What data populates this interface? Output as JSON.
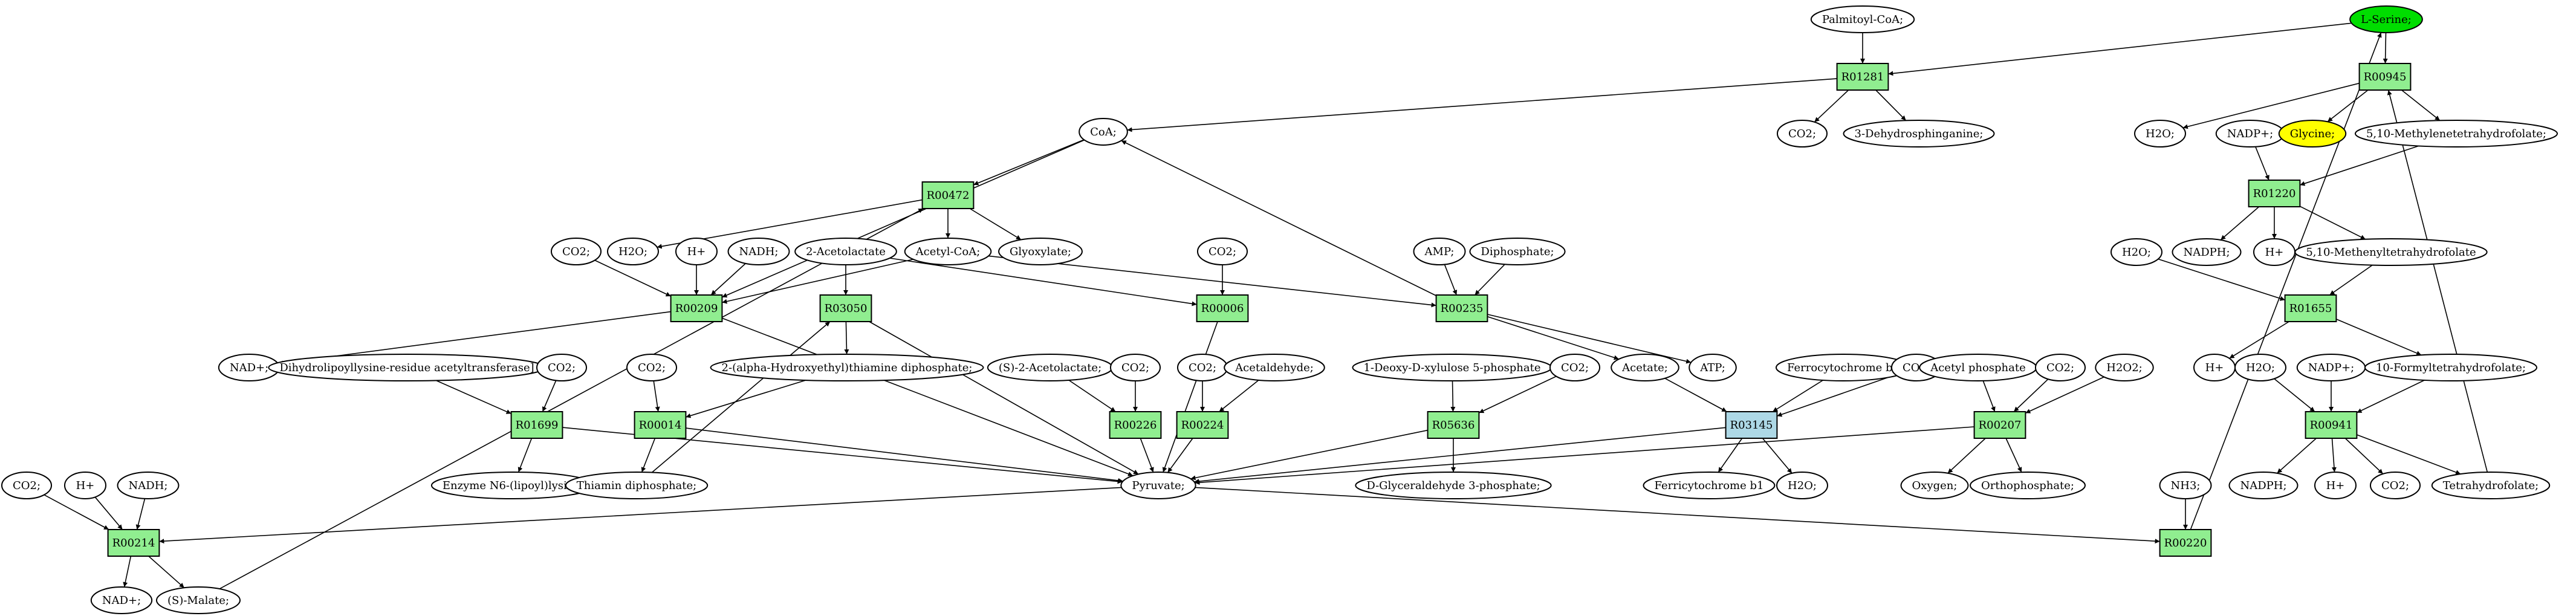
{
  "colors": {
    "reaction": "#90ee90",
    "reaction_highlight": "#add8e6",
    "compound": "#ffffff",
    "serine": "#00dd00",
    "glycine": "#ffff00",
    "edge": "#000000"
  },
  "nodes": [
    {
      "id": "palmitoyl_coa",
      "label": "Palmitoyl-CoA;",
      "kind": "compound"
    },
    {
      "id": "l_serine",
      "label": "L-Serine;",
      "kind": "compound",
      "color": "serine"
    },
    {
      "id": "r01281",
      "label": "R01281",
      "kind": "reaction"
    },
    {
      "id": "r00945",
      "label": "R00945",
      "kind": "reaction"
    },
    {
      "id": "coa",
      "label": "CoA;",
      "kind": "compound"
    },
    {
      "id": "co2_a",
      "label": "CO2;",
      "kind": "compound"
    },
    {
      "id": "dehydrosphinganine",
      "label": "3-Dehydrosphinganine;",
      "kind": "compound"
    },
    {
      "id": "h2o_a",
      "label": "H2O;",
      "kind": "compound"
    },
    {
      "id": "nadp_a",
      "label": "NADP+;",
      "kind": "compound"
    },
    {
      "id": "glycine",
      "label": "Glycine;",
      "kind": "compound",
      "color": "glycine"
    },
    {
      "id": "methylene_thf",
      "label": "5,10-Methylenetetrahydrofolate;",
      "kind": "compound"
    },
    {
      "id": "r00472",
      "label": "R00472",
      "kind": "reaction"
    },
    {
      "id": "r01220",
      "label": "R01220",
      "kind": "reaction"
    },
    {
      "id": "co2_b",
      "label": "CO2;",
      "kind": "compound"
    },
    {
      "id": "h2o_b",
      "label": "H2O;",
      "kind": "compound"
    },
    {
      "id": "hplus_a",
      "label": "H+",
      "kind": "compound"
    },
    {
      "id": "nadh_a",
      "label": "NADH;",
      "kind": "compound"
    },
    {
      "id": "acetolactate",
      "label": "2-Acetolactate",
      "kind": "compound"
    },
    {
      "id": "acetyl_coa",
      "label": "Acetyl-CoA;",
      "kind": "compound"
    },
    {
      "id": "glyoxylate",
      "label": "Glyoxylate;",
      "kind": "compound"
    },
    {
      "id": "co2_c",
      "label": "CO2;",
      "kind": "compound"
    },
    {
      "id": "amp",
      "label": "AMP;",
      "kind": "compound"
    },
    {
      "id": "diphosphate",
      "label": "Diphosphate;",
      "kind": "compound"
    },
    {
      "id": "nadph_a",
      "label": "NADPH;",
      "kind": "compound"
    },
    {
      "id": "hplus_b",
      "label": "H+",
      "kind": "compound"
    },
    {
      "id": "methenyl_thf",
      "label": "5,10-Methenyltetrahydrofolate",
      "kind": "compound"
    },
    {
      "id": "h2o_c",
      "label": "H2O;",
      "kind": "compound"
    },
    {
      "id": "r00209",
      "label": "R00209",
      "kind": "reaction"
    },
    {
      "id": "r03050",
      "label": "R03050",
      "kind": "reaction"
    },
    {
      "id": "r00006",
      "label": "R00006",
      "kind": "reaction"
    },
    {
      "id": "r00235",
      "label": "R00235",
      "kind": "reaction"
    },
    {
      "id": "r01655",
      "label": "R01655",
      "kind": "reaction"
    },
    {
      "id": "nadplus_a",
      "label": "NAD+;",
      "kind": "compound"
    },
    {
      "id": "dihydrolipoyllysine",
      "label": "Dihydrolipoyllysine-residue acetyltransferase]",
      "kind": "compound"
    },
    {
      "id": "co2_d",
      "label": "CO2;",
      "kind": "compound"
    },
    {
      "id": "hydroxyethyl_thpp",
      "label": "2-(alpha-Hydroxyethyl)thiamine diphosphate;",
      "kind": "compound"
    },
    {
      "id": "co2_e",
      "label": "CO2;",
      "kind": "compound"
    },
    {
      "id": "s2_acetolactate",
      "label": "(S)-2-Acetolactate;",
      "kind": "compound"
    },
    {
      "id": "co2_f",
      "label": "CO2;",
      "kind": "compound"
    },
    {
      "id": "co2_g",
      "label": "CO2;",
      "kind": "compound"
    },
    {
      "id": "acetaldehyde",
      "label": "Acetaldehyde;",
      "kind": "compound"
    },
    {
      "id": "deoxy_xylulose",
      "label": "1-Deoxy-D-xylulose 5-phosphate",
      "kind": "compound"
    },
    {
      "id": "co2_h",
      "label": "CO2;",
      "kind": "compound"
    },
    {
      "id": "acetate",
      "label": "Acetate;",
      "kind": "compound"
    },
    {
      "id": "atp",
      "label": "ATP;",
      "kind": "compound"
    },
    {
      "id": "ferrocytochrome",
      "label": "Ferrocytochrome b1",
      "kind": "compound"
    },
    {
      "id": "co2_i",
      "label": "CO2;",
      "kind": "compound"
    },
    {
      "id": "acetyl_phosphate",
      "label": "Acetyl phosphate",
      "kind": "compound"
    },
    {
      "id": "co2_j",
      "label": "CO2;",
      "kind": "compound"
    },
    {
      "id": "h2o2",
      "label": "H2O2;",
      "kind": "compound"
    },
    {
      "id": "hplus_c",
      "label": "H+",
      "kind": "compound"
    },
    {
      "id": "h2o_d",
      "label": "H2O;",
      "kind": "compound"
    },
    {
      "id": "nadp_b",
      "label": "NADP+;",
      "kind": "compound"
    },
    {
      "id": "formyl_thf",
      "label": "10-Formyltetrahydrofolate;",
      "kind": "compound"
    },
    {
      "id": "r01699",
      "label": "R01699",
      "kind": "reaction"
    },
    {
      "id": "r00014",
      "label": "R00014",
      "kind": "reaction"
    },
    {
      "id": "r00226",
      "label": "R00226",
      "kind": "reaction"
    },
    {
      "id": "r00224",
      "label": "R00224",
      "kind": "reaction"
    },
    {
      "id": "r05636",
      "label": "R05636",
      "kind": "reaction"
    },
    {
      "id": "r03145",
      "label": "R03145",
      "kind": "reaction",
      "color": "reaction_highlight"
    },
    {
      "id": "r00207",
      "label": "R00207",
      "kind": "reaction"
    },
    {
      "id": "r00941",
      "label": "R00941",
      "kind": "reaction"
    },
    {
      "id": "co2_k",
      "label": "CO2;",
      "kind": "compound"
    },
    {
      "id": "hplus_d",
      "label": "H+",
      "kind": "compound"
    },
    {
      "id": "nadh_b",
      "label": "NADH;",
      "kind": "compound"
    },
    {
      "id": "enzyme_lipoyllysine",
      "label": "Enzyme N6-(lipoyl)lysine;",
      "kind": "compound"
    },
    {
      "id": "thiamin_diphosphate",
      "label": "Thiamin diphosphate;",
      "kind": "compound"
    },
    {
      "id": "pyruvate",
      "label": "Pyruvate;",
      "kind": "compound"
    },
    {
      "id": "glyceraldehyde",
      "label": "D-Glyceraldehyde 3-phosphate;",
      "kind": "compound"
    },
    {
      "id": "ferricytochrome",
      "label": "Ferricytochrome b1",
      "kind": "compound"
    },
    {
      "id": "h2o_e",
      "label": "H2O;",
      "kind": "compound"
    },
    {
      "id": "oxygen",
      "label": "Oxygen;",
      "kind": "compound"
    },
    {
      "id": "orthophosphate",
      "label": "Orthophosphate;",
      "kind": "compound"
    },
    {
      "id": "nadph_b",
      "label": "NADPH;",
      "kind": "compound"
    },
    {
      "id": "hplus_e",
      "label": "H+",
      "kind": "compound"
    },
    {
      "id": "co2_l",
      "label": "CO2;",
      "kind": "compound"
    },
    {
      "id": "thf",
      "label": "Tetrahydrofolate;",
      "kind": "compound"
    },
    {
      "id": "nh3",
      "label": "NH3;",
      "kind": "compound"
    },
    {
      "id": "r00214",
      "label": "R00214",
      "kind": "reaction"
    },
    {
      "id": "r00220",
      "label": "R00220",
      "kind": "reaction"
    },
    {
      "id": "nadplus_b",
      "label": "NAD+;",
      "kind": "compound"
    },
    {
      "id": "s_malate",
      "label": "(S)-Malate;",
      "kind": "compound"
    }
  ],
  "edges": [
    [
      "palmitoyl_coa",
      "r01281"
    ],
    [
      "l_serine",
      "r01281"
    ],
    [
      "r01281",
      "coa"
    ],
    [
      "r01281",
      "co2_a"
    ],
    [
      "r01281",
      "dehydrosphinganine"
    ],
    [
      "l_serine",
      "r00945"
    ],
    [
      "thf",
      "r00945"
    ],
    [
      "r00945",
      "h2o_a"
    ],
    [
      "r00945",
      "glycine"
    ],
    [
      "r00945",
      "methylene_thf"
    ],
    [
      "nadp_a",
      "r01220"
    ],
    [
      "methylene_thf",
      "r01220"
    ],
    [
      "r01220",
      "nadph_a"
    ],
    [
      "r01220",
      "hplus_b"
    ],
    [
      "r01220",
      "methenyl_thf"
    ],
    [
      "h2o_c",
      "r01655"
    ],
    [
      "methenyl_thf",
      "r01655"
    ],
    [
      "r01655",
      "hplus_c"
    ],
    [
      "r01655",
      "formyl_thf"
    ],
    [
      "h2o_d",
      "r00941"
    ],
    [
      "nadp_b",
      "r00941"
    ],
    [
      "formyl_thf",
      "r00941"
    ],
    [
      "r00941",
      "nadph_b"
    ],
    [
      "r00941",
      "hplus_e"
    ],
    [
      "r00941",
      "co2_l"
    ],
    [
      "r00941",
      "thf"
    ],
    [
      "coa",
      "r00472"
    ],
    [
      "s_malate",
      "r00472"
    ],
    [
      "r00472",
      "h2o_b"
    ],
    [
      "r00472",
      "acetyl_coa"
    ],
    [
      "r00472",
      "glyoxylate"
    ],
    [
      "coa",
      "r00209"
    ],
    [
      "co2_b",
      "r00209"
    ],
    [
      "hplus_a",
      "r00209"
    ],
    [
      "nadh_a",
      "r00209"
    ],
    [
      "acetyl_coa",
      "r00209"
    ],
    [
      "r00209",
      "nadplus_a"
    ],
    [
      "r00209",
      "pyruvate"
    ],
    [
      "acetolactate",
      "r03050"
    ],
    [
      "thiamin_diphosphate",
      "r03050"
    ],
    [
      "r03050",
      "hydroxyethyl_thpp"
    ],
    [
      "r03050",
      "pyruvate"
    ],
    [
      "acetolactate",
      "r00006"
    ],
    [
      "co2_c",
      "r00006"
    ],
    [
      "r00006",
      "pyruvate"
    ],
    [
      "amp",
      "r00235"
    ],
    [
      "diphosphate",
      "r00235"
    ],
    [
      "acetyl_coa",
      "r00235"
    ],
    [
      "r00235",
      "coa"
    ],
    [
      "r00235",
      "acetate"
    ],
    [
      "r00235",
      "atp"
    ],
    [
      "dihydrolipoyllysine",
      "r01699"
    ],
    [
      "co2_d",
      "r01699"
    ],
    [
      "r01699",
      "enzyme_lipoyllysine"
    ],
    [
      "r01699",
      "pyruvate"
    ],
    [
      "co2_e",
      "r00014"
    ],
    [
      "hydroxyethyl_thpp",
      "r00014"
    ],
    [
      "r00014",
      "thiamin_diphosphate"
    ],
    [
      "r00014",
      "pyruvate"
    ],
    [
      "s2_acetolactate",
      "r00226"
    ],
    [
      "co2_f",
      "r00226"
    ],
    [
      "r00226",
      "pyruvate"
    ],
    [
      "co2_g",
      "r00224"
    ],
    [
      "acetaldehyde",
      "r00224"
    ],
    [
      "r00224",
      "pyruvate"
    ],
    [
      "deoxy_xylulose",
      "r05636"
    ],
    [
      "co2_h",
      "r05636"
    ],
    [
      "r05636",
      "glyceraldehyde"
    ],
    [
      "r05636",
      "pyruvate"
    ],
    [
      "acetate",
      "r03145"
    ],
    [
      "ferrocytochrome",
      "r03145"
    ],
    [
      "co2_i",
      "r03145"
    ],
    [
      "r03145",
      "ferricytochrome"
    ],
    [
      "r03145",
      "h2o_e"
    ],
    [
      "r03145",
      "pyruvate"
    ],
    [
      "acetyl_phosphate",
      "r00207"
    ],
    [
      "co2_j",
      "r00207"
    ],
    [
      "h2o2",
      "r00207"
    ],
    [
      "r00207",
      "oxygen"
    ],
    [
      "r00207",
      "orthophosphate"
    ],
    [
      "r00207",
      "pyruvate"
    ],
    [
      "co2_k",
      "r00214"
    ],
    [
      "hplus_d",
      "r00214"
    ],
    [
      "nadh_b",
      "r00214"
    ],
    [
      "pyruvate",
      "r00214"
    ],
    [
      "r00214",
      "nadplus_b"
    ],
    [
      "r00214",
      "s_malate"
    ],
    [
      "nh3",
      "r00220"
    ],
    [
      "pyruvate",
      "r00220"
    ],
    [
      "r00220",
      "l_serine"
    ]
  ]
}
